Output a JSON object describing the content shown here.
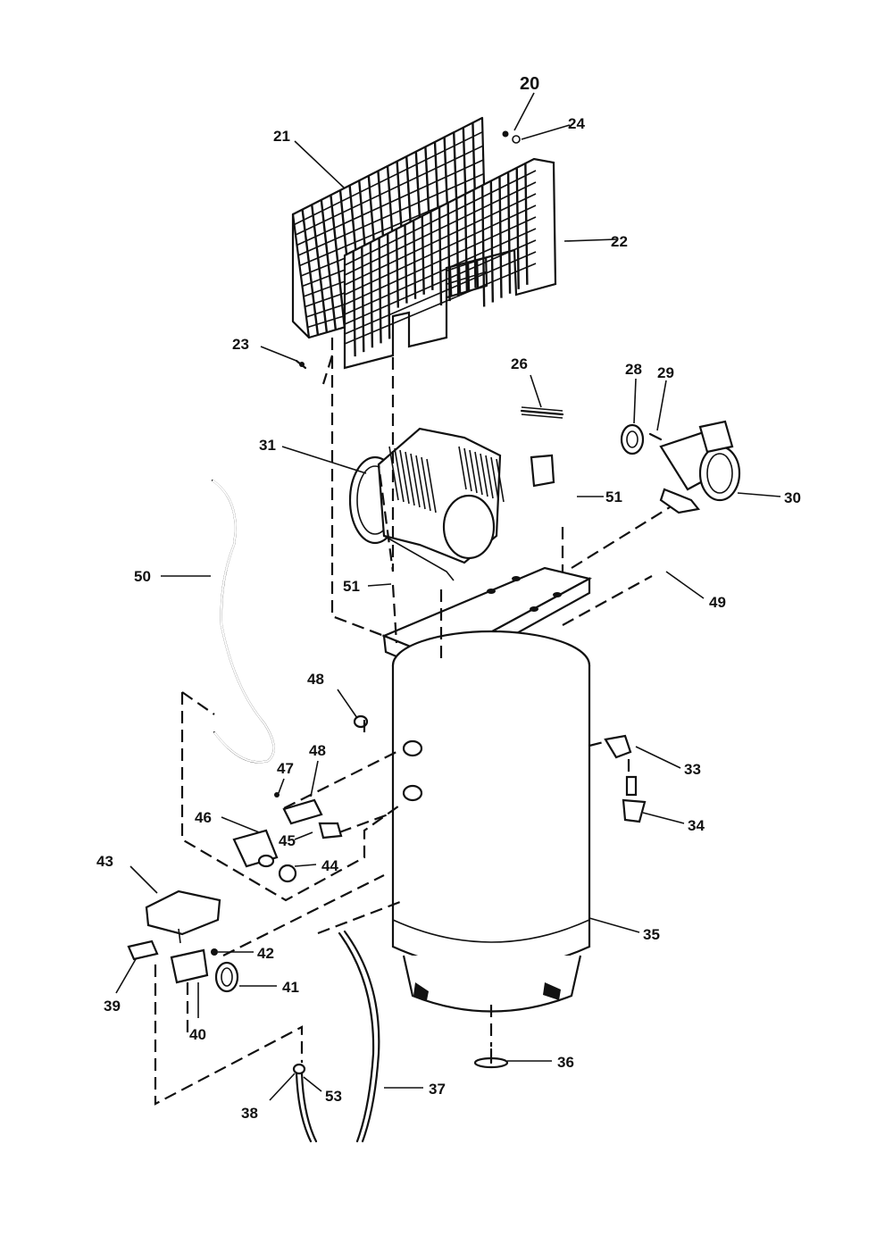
{
  "callouts": {
    "p20": "20",
    "p21": "21",
    "p22": "22",
    "p23": "23",
    "p24": "24",
    "p26": "26",
    "p28": "28",
    "p29": "29",
    "p30": "30",
    "p31": "31",
    "p33": "33",
    "p34": "34",
    "p35": "35",
    "p36": "36",
    "p37": "37",
    "p38": "38",
    "p39": "39",
    "p40": "40",
    "p41": "41",
    "p42": "42",
    "p43": "43",
    "p44": "44",
    "p45": "45",
    "p46": "46",
    "p47": "47",
    "p48a": "48",
    "p48b": "48",
    "p49": "49",
    "p50": "50",
    "p51a": "51",
    "p51b": "51",
    "p53": "53"
  }
}
